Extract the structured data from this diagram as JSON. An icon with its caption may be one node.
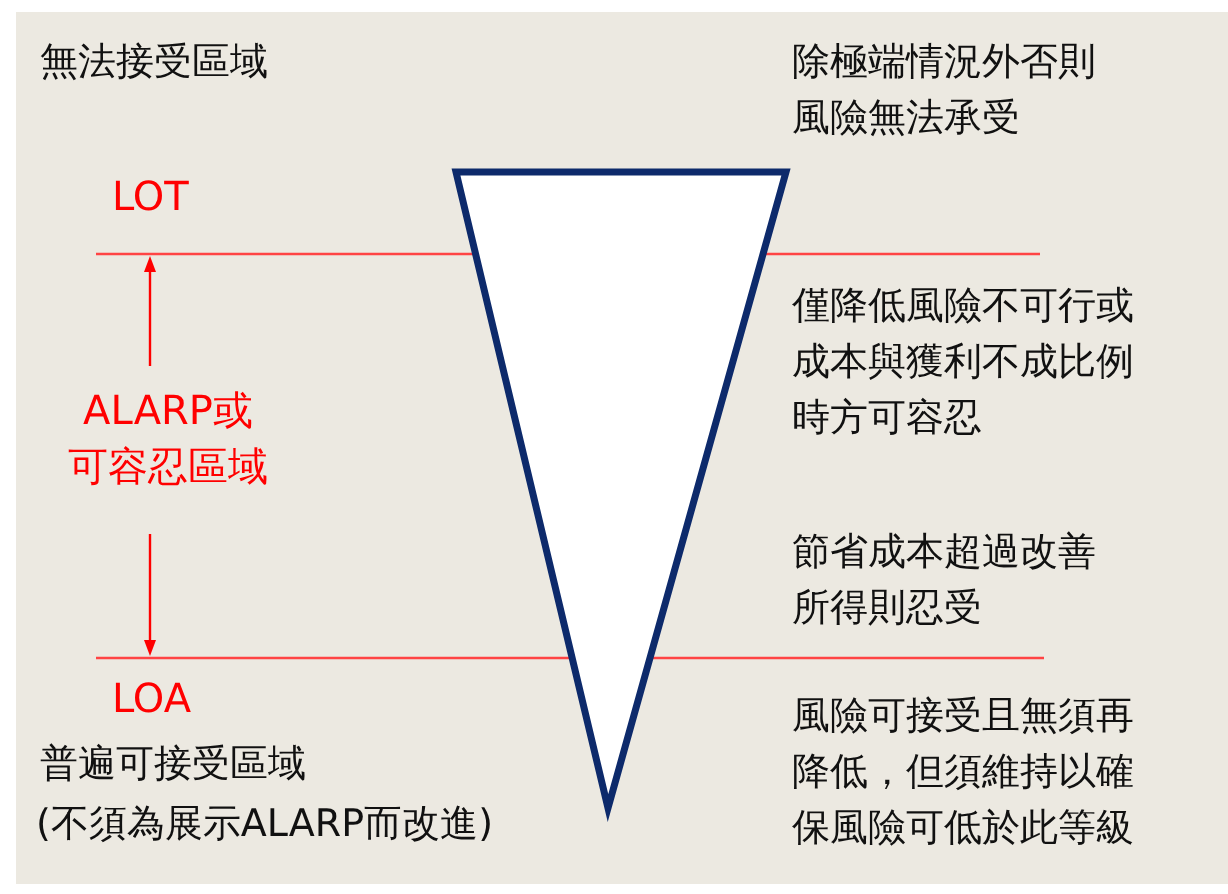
{
  "diagram": {
    "nodes": [
      {
        "text": [],
        "shape": "triangle"
      }
    ],
    "labels": [
      "無法接受區域",
      "除極端情況外否則風險無法承受",
      "LOT",
      "僅降低風險不可行或成本與獲利不成比例時方可容忍",
      "ALARP或可容忍區域",
      "節省成本超過改善所得則忍受",
      "LOA",
      "普遍可接受區域",
      "(不須為展示ALARP而改進)",
      "風險可接受且無須再降低，但須維持以確保風險可低於此等級"
    ]
  }
}
